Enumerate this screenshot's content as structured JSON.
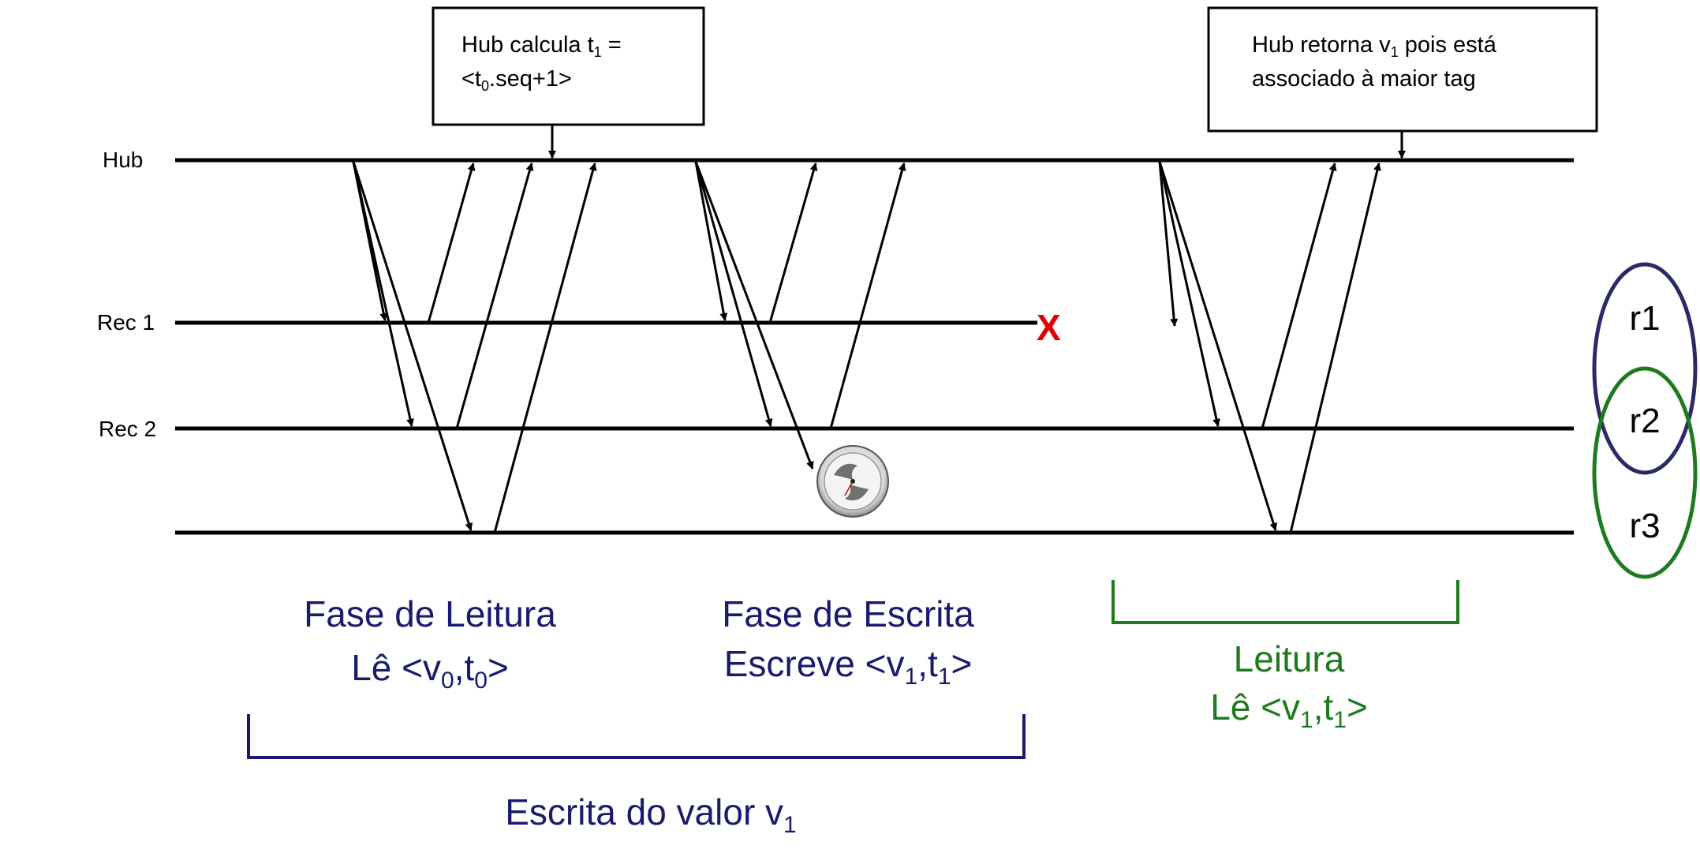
{
  "process_labels": {
    "hub": "Hub",
    "rec1": "Rec 1",
    "rec2": "Rec 2"
  },
  "notes": {
    "calc": {
      "line1_prefix": "Hub calcula t",
      "line1_sub": "1",
      "line1_suffix": " =",
      "line2_prefix": "<t",
      "line2_sub": "0",
      "line2_suffix": ".seq+1>"
    },
    "returns": {
      "line1_prefix": "Hub retorna v",
      "line1_sub": "1",
      "line1_suffix": " pois está",
      "line2": "associado à maior tag"
    }
  },
  "failure_mark": "X",
  "phases": {
    "read": {
      "title": "Fase de Leitura",
      "value_prefix": "Lê <v",
      "value_sub1": "0",
      "value_mid": ",t",
      "value_sub2": "0",
      "value_suffix": ">"
    },
    "write": {
      "title": "Fase de Escrita",
      "value_prefix": "Escreve <v",
      "value_sub1": "1",
      "value_mid": ",t",
      "value_sub2": "1",
      "value_suffix": ">"
    },
    "final_read": {
      "title": "Leitura",
      "value_prefix": "Lê <v",
      "value_sub1": "1",
      "value_mid": ",t",
      "value_sub2": "1",
      "value_suffix": ">"
    },
    "overall": {
      "title_prefix": "Escrita do valor v",
      "title_sub": "1"
    }
  },
  "quorums": {
    "r1": "r1",
    "r2": "r2",
    "r3": "r3"
  },
  "colors": {
    "dark_blue": "#1a1a6e",
    "quorum_blue": "#2a2a66",
    "green": "#1f7a1f",
    "red": "#e00000"
  }
}
